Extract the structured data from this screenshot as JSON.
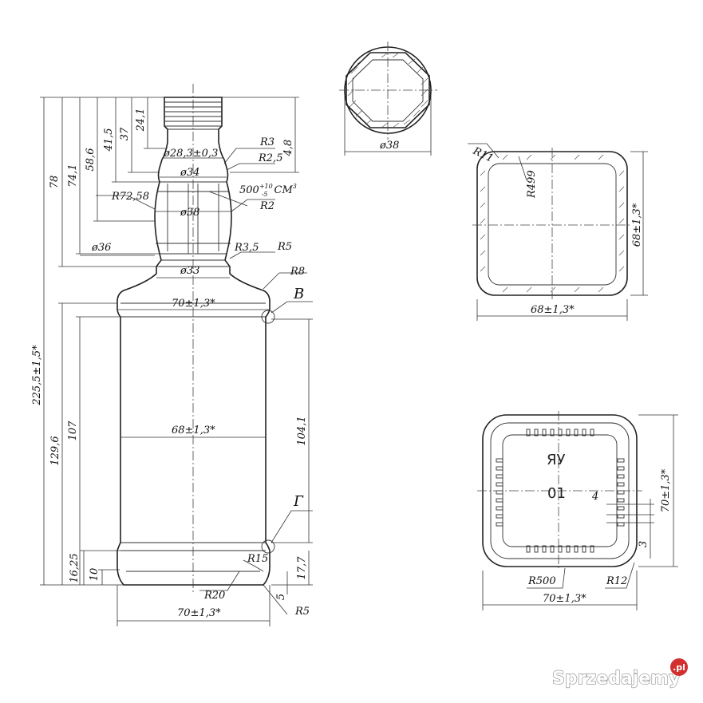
{
  "bottle_side_view": {
    "height_overall": "225,5±1,5*",
    "height_78": "78",
    "height_74_1": "74,1",
    "height_58_6": "58,6",
    "height_41_5": "41,5",
    "height_37": "37",
    "height_24_1": "24,1",
    "height_4_8": "4,8",
    "height_129_6": "129,6",
    "height_107": "107",
    "height_104_1": "104,1",
    "height_16_25": "16,25",
    "height_10": "10",
    "height_17_7": "17,7",
    "height_5": "5",
    "radius_r3": "R3",
    "radius_r2_5": "R2,5",
    "volume": "500",
    "volume_tolerance": "+10",
    "volume_tolerance_low": "-5",
    "volume_unit": "СМ",
    "volume_exp": "3",
    "dia_28_3": "ø28,3±0,3",
    "dia_34": "ø34",
    "radius_r72_58": "R72,58",
    "dia_38": "ø38",
    "radius_r2": "R2",
    "dia_36": "ø36",
    "radius_r3_5": "R3,5",
    "radius_r5_top": "R5",
    "dia_33": "ø33",
    "radius_r8": "R8",
    "view_label_b": "В",
    "width_shoulder": "70±1,3*",
    "width_body": "68±1,3*",
    "view_label_g": "Г",
    "radius_r15": "R15",
    "radius_r20": "R20",
    "width_bottom": "70±1,3*",
    "radius_r5_bottom": "R5"
  },
  "neck_section": {
    "dia": "ø38"
  },
  "body_section": {
    "radius_r11": "R11",
    "radius_r499": "R499",
    "height": "68±1,3*",
    "width": "68±1,3*"
  },
  "bottom_view": {
    "mark": "ЯУ",
    "number": "01",
    "dim_4": "4",
    "dim_3": "3",
    "height": "70±1,3*",
    "radius_r500": "R500",
    "radius_r12": "R12",
    "width": "70±1,3*"
  },
  "watermark": {
    "text": "Sprzedajemy",
    "suffix": ".pl"
  }
}
